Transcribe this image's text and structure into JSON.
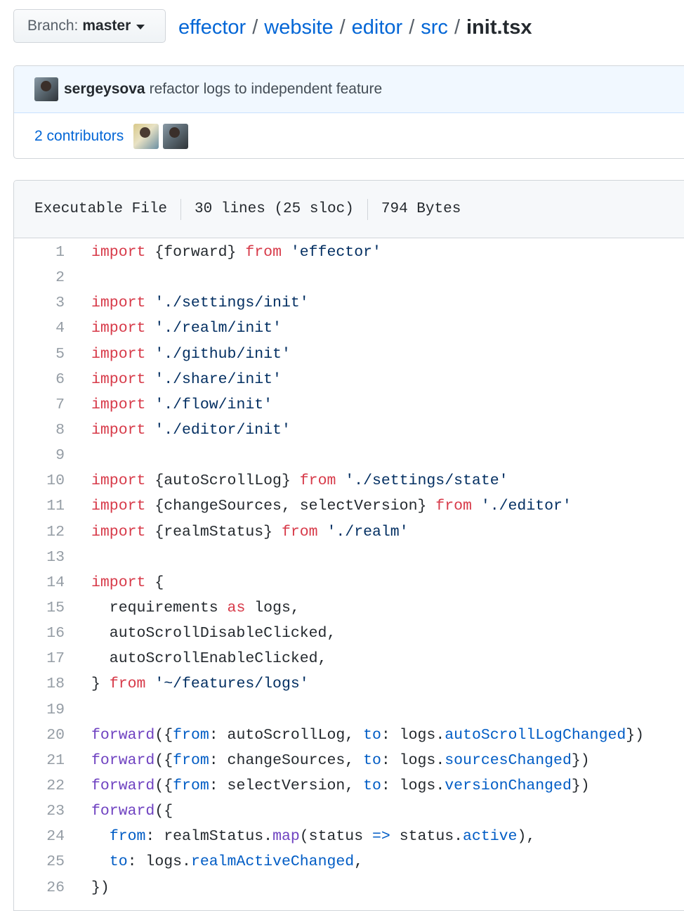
{
  "branch": {
    "label": "Branch:",
    "name": "master"
  },
  "breadcrumb": {
    "parts": [
      "effector",
      "website",
      "editor",
      "src"
    ],
    "separator": "/",
    "file": "init.tsx"
  },
  "commit": {
    "author": "sergeysova",
    "message": "refactor logs to independent feature"
  },
  "contributors": {
    "label": "2 contributors"
  },
  "file_info": {
    "type": "Executable File",
    "lines": "30 lines (25 sloc)",
    "size": "794 Bytes"
  },
  "colors": {
    "link": "#0366d6",
    "keyword": "#d73a49",
    "string": "#032f62",
    "function": "#6f42c1",
    "property": "#005cc5",
    "line_number": "#959da5"
  },
  "code_lines": [
    [
      [
        "kw",
        "import"
      ],
      [
        "t",
        " {forward} "
      ],
      [
        "kw",
        "from"
      ],
      [
        "t",
        " "
      ],
      [
        "str",
        "'effector'"
      ]
    ],
    [],
    [
      [
        "kw",
        "import"
      ],
      [
        "t",
        " "
      ],
      [
        "str",
        "'./settings/init'"
      ]
    ],
    [
      [
        "kw",
        "import"
      ],
      [
        "t",
        " "
      ],
      [
        "str",
        "'./realm/init'"
      ]
    ],
    [
      [
        "kw",
        "import"
      ],
      [
        "t",
        " "
      ],
      [
        "str",
        "'./github/init'"
      ]
    ],
    [
      [
        "kw",
        "import"
      ],
      [
        "t",
        " "
      ],
      [
        "str",
        "'./share/init'"
      ]
    ],
    [
      [
        "kw",
        "import"
      ],
      [
        "t",
        " "
      ],
      [
        "str",
        "'./flow/init'"
      ]
    ],
    [
      [
        "kw",
        "import"
      ],
      [
        "t",
        " "
      ],
      [
        "str",
        "'./editor/init'"
      ]
    ],
    [],
    [
      [
        "kw",
        "import"
      ],
      [
        "t",
        " {autoScrollLog} "
      ],
      [
        "kw",
        "from"
      ],
      [
        "t",
        " "
      ],
      [
        "str",
        "'./settings/state'"
      ]
    ],
    [
      [
        "kw",
        "import"
      ],
      [
        "t",
        " {changeSources, selectVersion} "
      ],
      [
        "kw",
        "from"
      ],
      [
        "t",
        " "
      ],
      [
        "str",
        "'./editor'"
      ]
    ],
    [
      [
        "kw",
        "import"
      ],
      [
        "t",
        " {realmStatus} "
      ],
      [
        "kw",
        "from"
      ],
      [
        "t",
        " "
      ],
      [
        "str",
        "'./realm'"
      ]
    ],
    [],
    [
      [
        "kw",
        "import"
      ],
      [
        "t",
        " {"
      ]
    ],
    [
      [
        "t",
        "  requirements "
      ],
      [
        "kw",
        "as"
      ],
      [
        "t",
        " logs,"
      ]
    ],
    [
      [
        "t",
        "  autoScrollDisableClicked,"
      ]
    ],
    [
      [
        "t",
        "  autoScrollEnableClicked,"
      ]
    ],
    [
      [
        "t",
        "} "
      ],
      [
        "kw",
        "from"
      ],
      [
        "t",
        " "
      ],
      [
        "str",
        "'~/features/logs'"
      ]
    ],
    [],
    [
      [
        "fn",
        "forward"
      ],
      [
        "t",
        "({"
      ],
      [
        "prop",
        "from"
      ],
      [
        "t",
        ": autoScrollLog, "
      ],
      [
        "prop",
        "to"
      ],
      [
        "t",
        ": logs."
      ],
      [
        "prop",
        "autoScrollLogChanged"
      ],
      [
        "t",
        "})"
      ]
    ],
    [
      [
        "fn",
        "forward"
      ],
      [
        "t",
        "({"
      ],
      [
        "prop",
        "from"
      ],
      [
        "t",
        ": changeSources, "
      ],
      [
        "prop",
        "to"
      ],
      [
        "t",
        ": logs."
      ],
      [
        "prop",
        "sourcesChanged"
      ],
      [
        "t",
        "})"
      ]
    ],
    [
      [
        "fn",
        "forward"
      ],
      [
        "t",
        "({"
      ],
      [
        "prop",
        "from"
      ],
      [
        "t",
        ": selectVersion, "
      ],
      [
        "prop",
        "to"
      ],
      [
        "t",
        ": logs."
      ],
      [
        "prop",
        "versionChanged"
      ],
      [
        "t",
        "})"
      ]
    ],
    [
      [
        "fn",
        "forward"
      ],
      [
        "t",
        "({"
      ]
    ],
    [
      [
        "t",
        "  "
      ],
      [
        "prop",
        "from"
      ],
      [
        "t",
        ": realmStatus."
      ],
      [
        "fn",
        "map"
      ],
      [
        "t",
        "(status "
      ],
      [
        "prop",
        "=>"
      ],
      [
        "t",
        " status."
      ],
      [
        "prop",
        "active"
      ],
      [
        "t",
        "),"
      ]
    ],
    [
      [
        "t",
        "  "
      ],
      [
        "prop",
        "to"
      ],
      [
        "t",
        ": logs."
      ],
      [
        "prop",
        "realmActiveChanged"
      ],
      [
        "t",
        ","
      ]
    ],
    [
      [
        "t",
        "})"
      ]
    ]
  ]
}
